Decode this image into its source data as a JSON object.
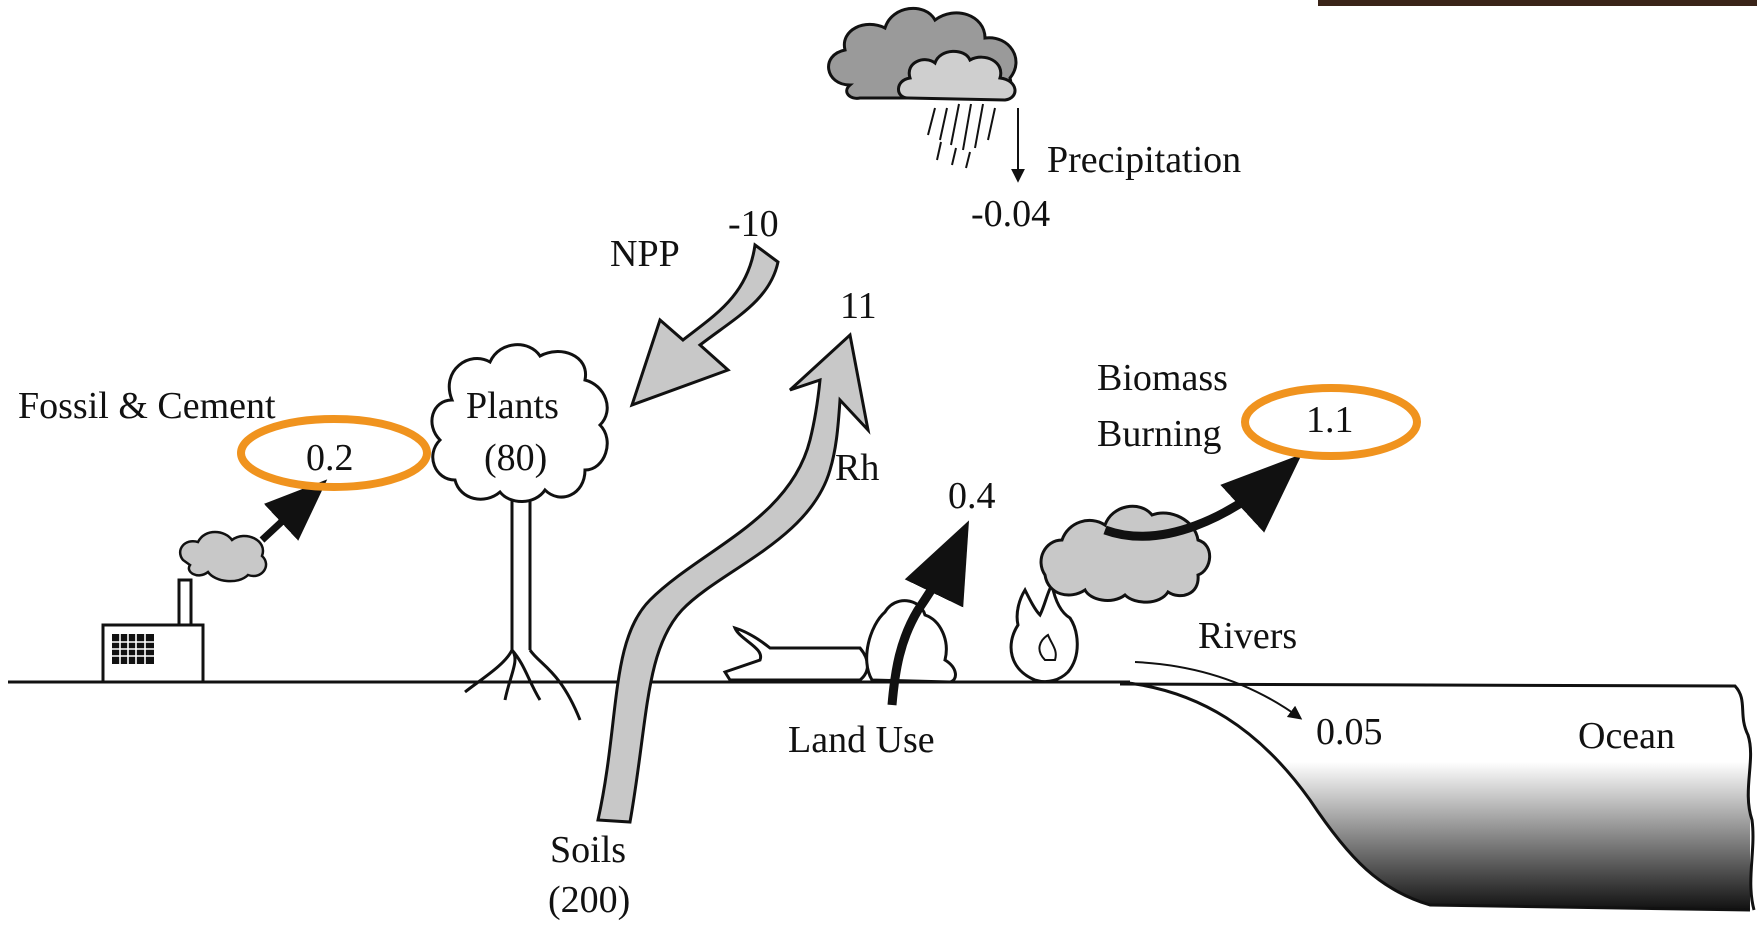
{
  "labels": {
    "fossil": "Fossil & Cement",
    "fossil_value": "0.2",
    "plants": "Plants",
    "plants_pool": "(80)",
    "npp": "NPP",
    "npp_value": "-10",
    "rh_value": "11",
    "rh": "Rh",
    "precipitation": "Precipitation",
    "precipitation_value": "-0.04",
    "biomass_line1": "Biomass",
    "biomass_line2": "Burning",
    "biomass_value": "1.1",
    "landuse_value": "0.4",
    "landuse": "Land Use",
    "rivers": "Rivers",
    "rivers_value": "0.05",
    "ocean": "Ocean",
    "soils": "Soils",
    "soils_pool": "(200)"
  },
  "colors": {
    "highlight": "#f0931e",
    "arrow_fill": "#c8c8c8",
    "smoke_fill": "#c8c8c8",
    "ink": "#111111"
  }
}
